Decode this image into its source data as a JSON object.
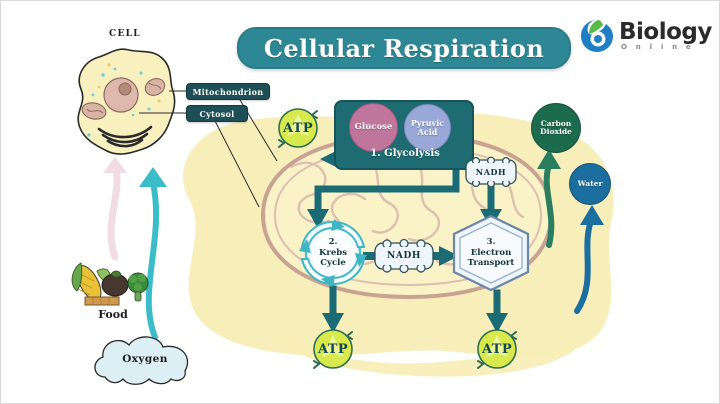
{
  "title": "Cellular Respiration",
  "logo": {
    "name": "Biology",
    "subtitle": "O n l i n e",
    "icon": "biology-online-leaf-b-icon"
  },
  "cell_diagram": {
    "heading": "CELL",
    "callouts": [
      {
        "label": "Mitochondrion"
      },
      {
        "label": "Cytosol"
      }
    ]
  },
  "inputs": [
    {
      "label": "Food",
      "icon": "vegetables-icon"
    },
    {
      "label": "Oxygen",
      "icon": "cloud-icon"
    }
  ],
  "glycolysis": {
    "step_label": "1. Glycolysis",
    "substrate": "Glucose",
    "product": "Pyruvic\nAcid",
    "product_line1": "Pyruvic",
    "product_line2": "Acid"
  },
  "krebs": {
    "step_number": "2.",
    "line1": "Krebs",
    "line2": "Cycle"
  },
  "electron_transport": {
    "step_number": "3.",
    "line1": "Electron",
    "line2": "Transport"
  },
  "carriers": [
    {
      "label": "NADH"
    },
    {
      "label": "NADH"
    }
  ],
  "energy": [
    {
      "label": "ATP"
    },
    {
      "label": "ATP"
    },
    {
      "label": "ATP"
    }
  ],
  "outputs": [
    {
      "label_line1": "Carbon",
      "label_line2": "Dioxide"
    },
    {
      "label": "Water"
    }
  ],
  "colors": {
    "banner_teal": "#2e8794",
    "callout_dark_teal": "#1e4f56",
    "glycolysis_box": "#1e6b72",
    "glucose_pink": "#c0769c",
    "pyruvic_blue": "#99a8d6",
    "atp_green": "#d6e84f",
    "carbon_dioxide_green": "#1d6b4f",
    "water_blue": "#1b6e9e",
    "cytoplasm_yellow": "#f7edb6",
    "mitochondrion_membrane": "#c9a392",
    "arrow_teal": "#1b6b74",
    "oxygen_cloud": "#d7eef3"
  }
}
